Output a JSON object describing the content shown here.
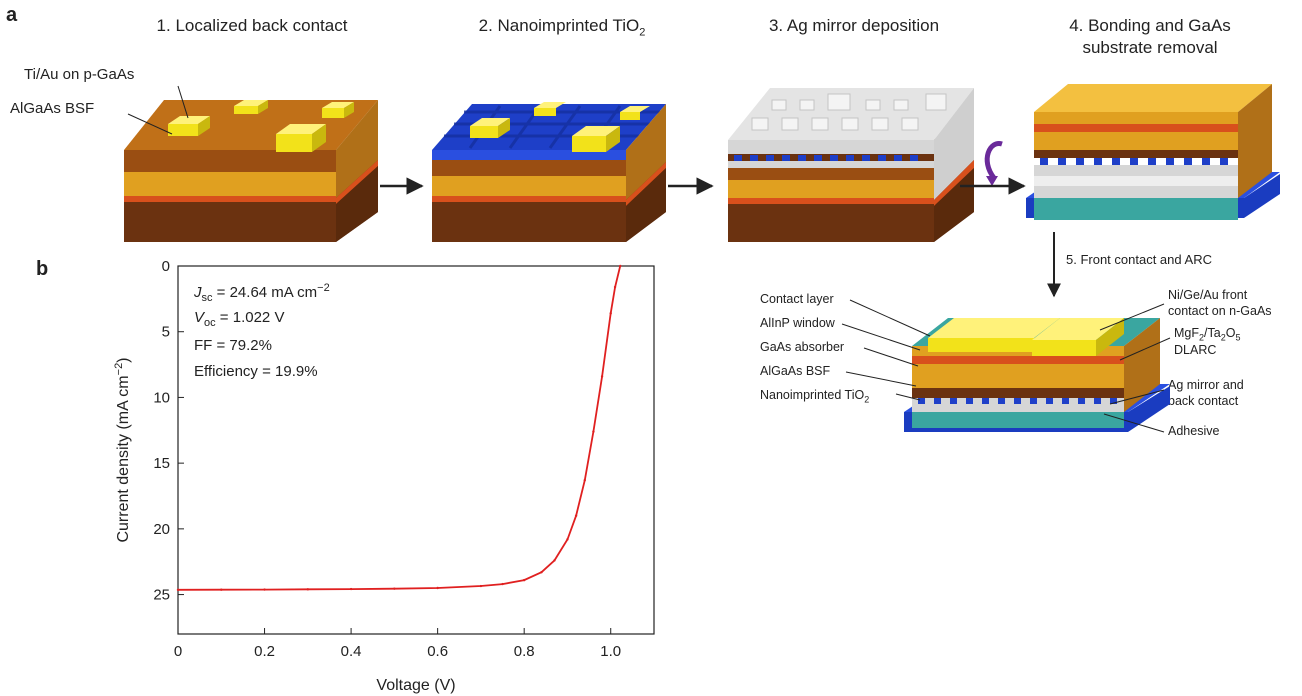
{
  "panel_a": {
    "letter": "a",
    "steps": [
      {
        "title": "1. Localized back contact"
      },
      {
        "title_main": "2. Nanoimprinted TiO",
        "title_sub": "2"
      },
      {
        "title": "3. Ag mirror deposition"
      },
      {
        "title_line1": "4. Bonding and GaAs",
        "title_line2": "substrate removal"
      }
    ],
    "step1_labels": {
      "tiau": "Ti/Au on p-GaAs",
      "bsf": "AlGaAs BSF"
    },
    "step5_title": "5. Front contact and ARC",
    "device_labels": {
      "contact_layer": "Contact layer",
      "allnp_window": "AlInP window",
      "gaas_absorber": "GaAs absorber",
      "algaas_bsf": "AlGaAs BSF",
      "tio2_main": "Nanoimprinted TiO",
      "tio2_sub": "2",
      "front_contact_line1": "Ni/Ge/Au front",
      "front_contact_line2": "contact on n-GaAs",
      "arc_p1": "MgF",
      "arc_s1": "2",
      "arc_p2": "/Ta",
      "arc_s2": "2",
      "arc_p3": "O",
      "arc_s3": "5",
      "arc_line2": "DLARC",
      "mirror_line1": "Ag mirror and",
      "mirror_line2": "back contact",
      "adhesive": "Adhesive"
    },
    "colors": {
      "gaas": "#e0a020",
      "gaas_top": "#f3c040",
      "red_layer": "#d8501c",
      "brown": "#6b3210",
      "brown_top": "#c07018",
      "gold_contact": "#f2e21a",
      "tio2_blue": "#1e3fc8",
      "silver": "#d6d6d6",
      "teal": "#3aa6a0",
      "substrate_blue": "#1a3cc0",
      "arrow_purple": "#6a2a9a"
    }
  },
  "panel_b": {
    "letter": "b",
    "annotations": {
      "jsc_main": "J",
      "jsc_sub": "sc",
      "jsc_value": " = 24.64 mA cm",
      "jsc_sup": "−2",
      "voc_main": "V",
      "voc_sub": "oc",
      "voc_value": " = 1.022 V",
      "ff": "FF = 79.2%",
      "efficiency": "Efficiency = 19.9%"
    }
  },
  "chart_data": {
    "type": "line",
    "xlabel": "Voltage (V)",
    "ylabel_main": "Current density (mA cm",
    "ylabel_sup": "−2",
    "ylabel_end": ")",
    "xlim": [
      0,
      1.1
    ],
    "ylim": [
      0,
      28
    ],
    "y_inverted": true,
    "xticks": [
      "0",
      "0.2",
      "0.4",
      "0.6",
      "0.8",
      "1.0"
    ],
    "yticks": [
      "0",
      "5",
      "10",
      "15",
      "20",
      "25"
    ],
    "grid": false,
    "line_color": "#e02020",
    "series": [
      {
        "x": [
          0,
          0.1,
          0.2,
          0.3,
          0.4,
          0.5,
          0.6,
          0.7,
          0.75,
          0.8,
          0.84,
          0.87,
          0.9,
          0.92,
          0.94,
          0.96,
          0.98,
          1.0,
          1.01,
          1.022
        ],
        "y": [
          24.64,
          24.63,
          24.62,
          24.6,
          24.58,
          24.55,
          24.5,
          24.35,
          24.2,
          23.9,
          23.3,
          22.4,
          20.8,
          19.0,
          16.3,
          12.6,
          8.4,
          3.6,
          1.6,
          0
        ]
      }
    ]
  }
}
